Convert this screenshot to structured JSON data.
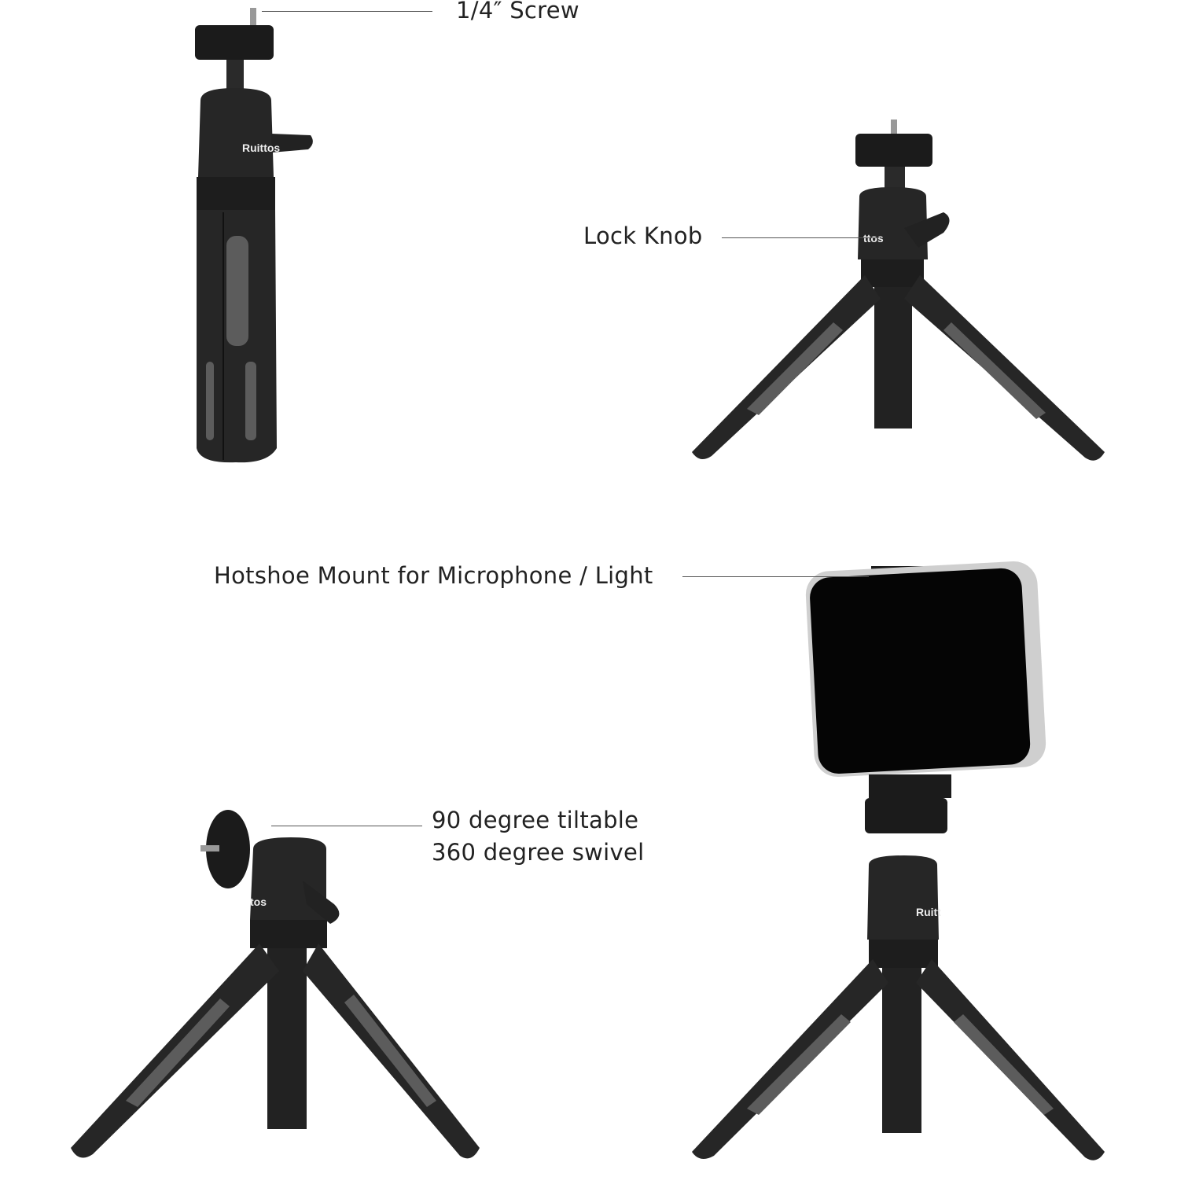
{
  "callouts": {
    "screw": "1/4″ Screw",
    "lock_knob": "Lock Knob",
    "hotshoe": "Hotshoe Mount for Microphone / Light",
    "tilt_line1": "90 degree tiltable",
    "tilt_line2": "360 degree swivel"
  },
  "brand": "Ruittos",
  "colors": {
    "body": "#1e1e1e",
    "grip": "#5a5a5a",
    "background": "#ffffff",
    "text": "#222222"
  }
}
